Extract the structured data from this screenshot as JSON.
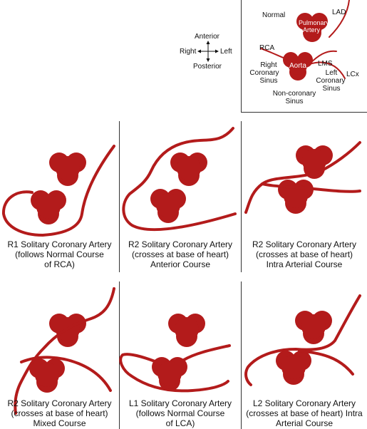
{
  "colors": {
    "vessel": "#b31b1b",
    "text": "#111111",
    "divider": "#333333"
  },
  "compass": {
    "anterior": "Anterior",
    "posterior": "Posterior",
    "right": "Right",
    "left": "Left"
  },
  "legend": {
    "normal": "Normal",
    "lad": "LAD",
    "pulmonary_artery_line1": "Pulmonary",
    "pulmonary_artery_line2": "Artery",
    "rca": "RCA",
    "aorta": "Aorta",
    "lms": "LMS",
    "right_coronary_sinus": [
      "Right",
      "Coronary",
      "Sinus"
    ],
    "left_coronary_sinus": [
      "Left",
      "Coronary",
      "Sinus"
    ],
    "lcx": "LCx",
    "non_coronary_sinus": [
      "Non-coronary",
      "Sinus"
    ]
  },
  "panels": [
    {
      "caption": [
        "R1 Solitary Coronary Artery",
        "(follows Normal Course",
        "of RCA)"
      ]
    },
    {
      "caption": [
        "R2 Solitary Coronary Artery",
        "(crosses at base of heart)",
        "Anterior Course"
      ]
    },
    {
      "caption": [
        "R2 Solitary Coronary Artery",
        "(crosses at base of heart)",
        "Intra Arterial Course"
      ]
    },
    {
      "caption": [
        "R2 Solitary Coronary Artery",
        "(crosses at base of heart)",
        "Mixed Course"
      ]
    },
    {
      "caption": [
        "L1 Solitary Coronary Artery",
        "(follows Normal Course",
        "of LCA)"
      ]
    },
    {
      "caption": [
        "L2 Solitary Coronary Artery",
        "(crosses at base of heart) Intra",
        "Arterial Course"
      ]
    }
  ]
}
